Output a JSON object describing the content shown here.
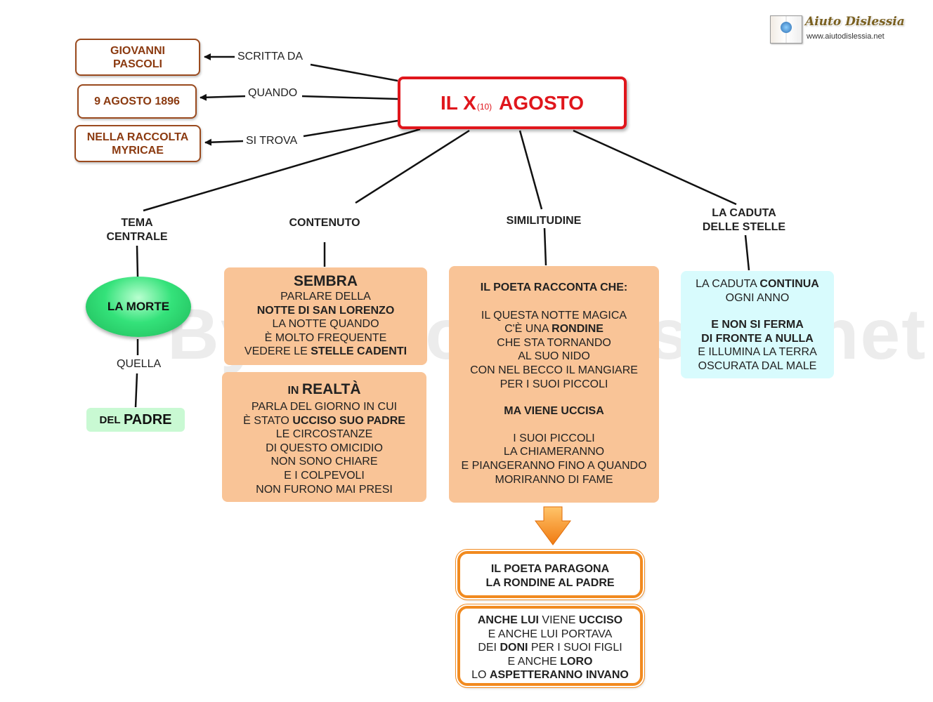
{
  "logo": {
    "brand": "Aiuto Dislessia",
    "url": "www.aiutodislessia.net"
  },
  "watermark": "By AiutoDislessia.net",
  "title": {
    "main": "IL X",
    "sub": "(10)",
    "end": "AGOSTO"
  },
  "left": [
    {
      "box": [
        "GIOVANNI",
        "PASCOLI"
      ],
      "label": "SCRITTA DA"
    },
    {
      "box": [
        "9 AGOSTO 1896"
      ],
      "label": "QUANDO"
    },
    {
      "box": [
        "NELLA RACCOLTA",
        "MYRICAE"
      ],
      "label": "SI TROVA"
    }
  ],
  "branches": {
    "tema": [
      "TEMA",
      "CENTRALE"
    ],
    "contenuto": "CONTENUTO",
    "similitudine": "SIMILITUDINE",
    "caduta": [
      "LA CADUTA",
      "DELLE STELLE"
    ]
  },
  "morte": {
    "label": "LA MORTE",
    "link": "QUELLA",
    "padre_a": "DEL",
    "padre_b": "PADRE"
  },
  "sembra": {
    "head": "SEMBRA",
    "l1": "PARLARE DELLA",
    "l2": "NOTTE DI SAN LORENZO",
    "l3": "LA NOTTE QUANDO",
    "l4": "È MOLTO FREQUENTE",
    "l5a": "VEDERE LE ",
    "l5b": "STELLE CADENTI"
  },
  "realta": {
    "head_a": "IN",
    "head_b": "REALTÀ",
    "l1": "PARLA DEL GIORNO IN CUI",
    "l2a": "È STATO ",
    "l2b": "UCCISO SUO PADRE",
    "l3": "LE CIRCOSTANZE",
    "l4": "DI QUESTO OMICIDIO",
    "l5": "NON SONO  CHIARE",
    "l6": "E I COLPEVOLI",
    "l7": "NON FURONO MAI PRESI"
  },
  "poeta": {
    "head": "IL POETA RACCONTA  CHE:",
    "l1": "IL QUESTA NOTTE MAGICA",
    "l2a": "C'È UNA ",
    "l2b": "RONDINE",
    "l3": "CHE STA TORNANDO",
    "l4": "AL SUO NIDO",
    "l5": "CON NEL BECCO IL MANGIARE",
    "l6": "PER I SUOI PICCOLI",
    "l7": "MA VIENE UCCISA",
    "l8": "I SUOI PICCOLI",
    "l9": "LA CHIAMERANNO",
    "l10": "E PIANGERANNO FINO A QUANDO",
    "l11": "MORIRANNO DI FAME"
  },
  "caduta_box": {
    "l1a": "LA CADUTA ",
    "l1b": "CONTINUA",
    "l2": "OGNI ANNO",
    "l3": "E NON SI FERMA",
    "l4": "DI FRONTE A NULLA",
    "l5": "E ILLUMINA LA TERRA",
    "l6": "OSCURATA DAL MALE"
  },
  "paragona": {
    "l1": "IL POETA PARAGONA",
    "l2": "LA RONDINE AL PADRE"
  },
  "anche": {
    "l1a": "ANCHE LUI",
    "l1b": " VIENE ",
    "l1c": "UCCISO",
    "l2": "E ANCHE LUI PORTAVA",
    "l3a": "DEI ",
    "l3b": "DONI",
    "l3c": " PER I SUOI FIGLI",
    "l4a": "E ANCHE ",
    "l4b": "LORO",
    "l5a": "LO ",
    "l5b": "ASPETTERANNO INVANO"
  },
  "colors": {
    "title_red": "#e0161c",
    "brown": "#8b3a10",
    "peach": "#f9c497",
    "cyan": "#d8fbfd",
    "green": "#2ee071",
    "orange": "#f18a1f"
  }
}
